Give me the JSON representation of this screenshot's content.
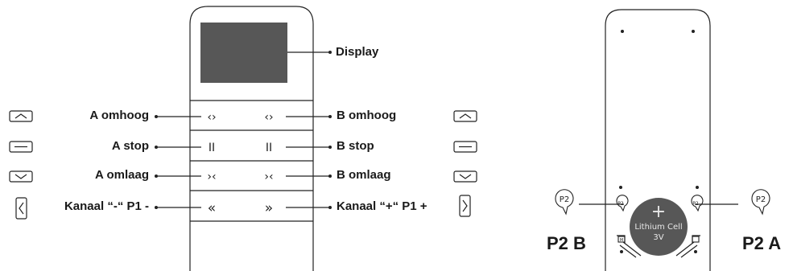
{
  "front": {
    "display_label": "Display",
    "buttons": [
      {
        "left_label": "A omhoog",
        "right_label": "B omhoog",
        "left_symbol": "‹›",
        "right_symbol": "‹›",
        "side_icon": "chevron-up-icon"
      },
      {
        "left_label": "A stop",
        "right_label": "B stop",
        "left_symbol": "II",
        "right_symbol": "II",
        "side_icon": "minus-icon"
      },
      {
        "left_label": "A omlaag",
        "right_label": "B omlaag",
        "left_symbol": "›‹",
        "right_symbol": "›‹",
        "side_icon": "chevron-down-icon"
      },
      {
        "left_label": "Kanaal “-“  P1 -",
        "right_label": "Kanaal “+“  P1 +",
        "left_symbol": "«",
        "right_symbol": "»",
        "side_icon_left": "chevron-left-icon",
        "side_icon_right": "chevron-right-icon"
      }
    ]
  },
  "back": {
    "battery_plus": "+",
    "battery_line1": "Lithium Cell",
    "battery_line2": "3V",
    "p2_tag": "P2",
    "m_tag": "M",
    "p2b_label": "P2 B",
    "p2a_label": "P2 A"
  }
}
